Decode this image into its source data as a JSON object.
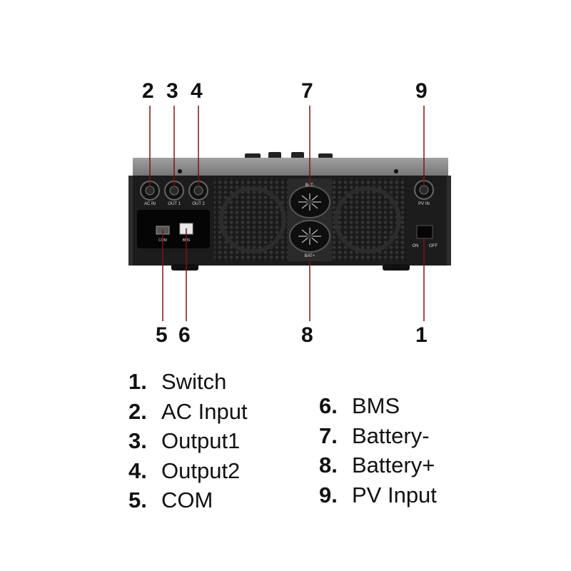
{
  "callouts": {
    "n2": "2",
    "n3": "3",
    "n4": "4",
    "n7": "7",
    "n9": "9",
    "n5": "5",
    "n6": "6",
    "n8": "8",
    "n1": "1"
  },
  "device": {
    "ac_in": "AC IN",
    "out1": "OUT 1",
    "out2": "OUT 2",
    "com": "COM",
    "bms": "BMS",
    "bat_neg": "BAT-",
    "bat_pos": "BAT+",
    "pv_in": "PV IN",
    "on": "ON",
    "off": "OFF"
  },
  "legend_left": [
    {
      "num": "1.",
      "label": "Switch"
    },
    {
      "num": "2.",
      "label": "AC Input"
    },
    {
      "num": "3.",
      "label": "Output1"
    },
    {
      "num": "4.",
      "label": "Output2"
    },
    {
      "num": "5.",
      "label": "COM"
    }
  ],
  "legend_right": [
    {
      "num": "6.",
      "label": "BMS"
    },
    {
      "num": "7.",
      "label": "Battery-"
    },
    {
      "num": "8.",
      "label": "Battery+"
    },
    {
      "num": "9.",
      "label": "PV Input"
    }
  ],
  "colors": {
    "leader_line": "#7a1515",
    "chassis": "#1c1c1c",
    "top_plate": "#8d8d8d",
    "text": "#111111"
  }
}
